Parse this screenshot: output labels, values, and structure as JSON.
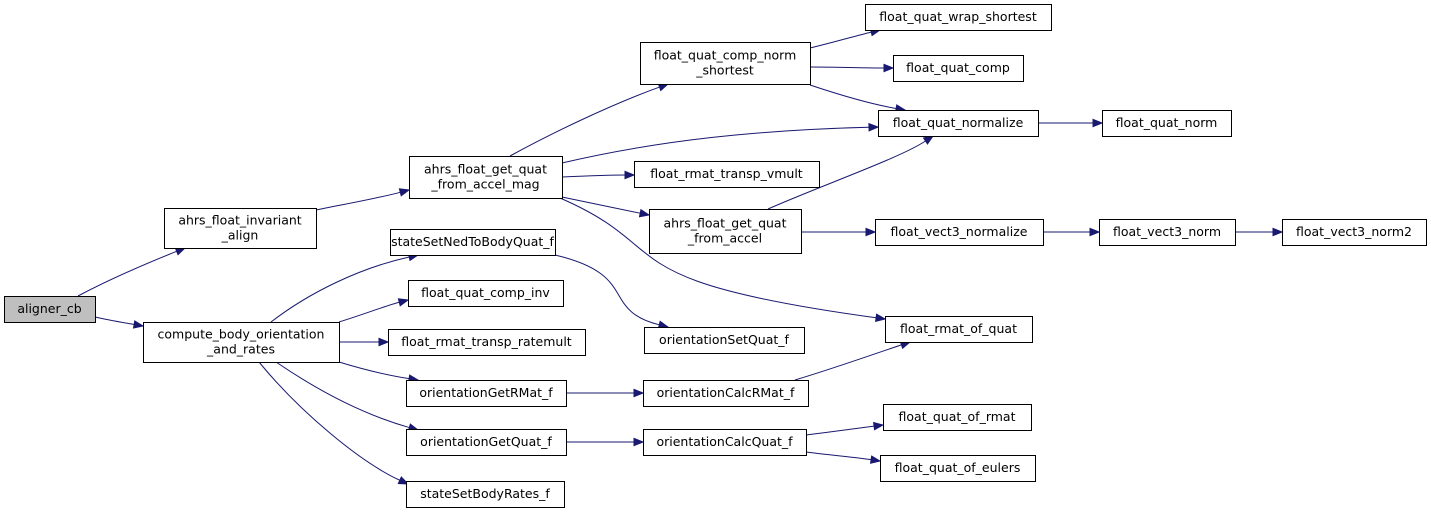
{
  "colors": {
    "node_fill": "#ffffff",
    "highlight_fill": "#bfbfbf",
    "border": "#000000",
    "edge": "#191970"
  },
  "nodes": [
    {
      "id": "aligner_cb",
      "lines": [
        "aligner_cb"
      ],
      "highlight": true
    },
    {
      "id": "ahrs_float_invariant_align",
      "lines": [
        "ahrs_float_invariant",
        "_align"
      ]
    },
    {
      "id": "compute_body_orientation_and_rates",
      "lines": [
        "compute_body_orientation",
        "_and_rates"
      ]
    },
    {
      "id": "ahrs_float_get_quat_from_accel_mag",
      "lines": [
        "ahrs_float_get_quat",
        "_from_accel_mag"
      ]
    },
    {
      "id": "stateSetNedToBodyQuat_f",
      "lines": [
        "stateSetNedToBodyQuat_f"
      ]
    },
    {
      "id": "float_quat_comp_inv",
      "lines": [
        "float_quat_comp_inv"
      ]
    },
    {
      "id": "float_rmat_transp_ratemult",
      "lines": [
        "float_rmat_transp_ratemult"
      ]
    },
    {
      "id": "orientationGetRMat_f",
      "lines": [
        "orientationGetRMat_f"
      ]
    },
    {
      "id": "orientationGetQuat_f",
      "lines": [
        "orientationGetQuat_f"
      ]
    },
    {
      "id": "stateSetBodyRates_f",
      "lines": [
        "stateSetBodyRates_f"
      ]
    },
    {
      "id": "float_quat_comp_norm_shortest",
      "lines": [
        "float_quat_comp_norm",
        "_shortest"
      ]
    },
    {
      "id": "float_rmat_transp_vmult",
      "lines": [
        "float_rmat_transp_vmult"
      ]
    },
    {
      "id": "ahrs_float_get_quat_from_accel",
      "lines": [
        "ahrs_float_get_quat",
        "_from_accel"
      ]
    },
    {
      "id": "orientationSetQuat_f",
      "lines": [
        "orientationSetQuat_f"
      ]
    },
    {
      "id": "orientationCalcRMat_f",
      "lines": [
        "orientationCalcRMat_f"
      ]
    },
    {
      "id": "orientationCalcQuat_f",
      "lines": [
        "orientationCalcQuat_f"
      ]
    },
    {
      "id": "float_quat_wrap_shortest",
      "lines": [
        "float_quat_wrap_shortest"
      ]
    },
    {
      "id": "float_quat_comp",
      "lines": [
        "float_quat_comp"
      ]
    },
    {
      "id": "float_quat_normalize",
      "lines": [
        "float_quat_normalize"
      ]
    },
    {
      "id": "float_vect3_normalize",
      "lines": [
        "float_vect3_normalize"
      ]
    },
    {
      "id": "float_rmat_of_quat",
      "lines": [
        "float_rmat_of_quat"
      ]
    },
    {
      "id": "float_quat_of_rmat",
      "lines": [
        "float_quat_of_rmat"
      ]
    },
    {
      "id": "float_quat_of_eulers",
      "lines": [
        "float_quat_of_eulers"
      ]
    },
    {
      "id": "float_quat_norm",
      "lines": [
        "float_quat_norm"
      ]
    },
    {
      "id": "float_vect3_norm",
      "lines": [
        "float_vect3_norm"
      ]
    },
    {
      "id": "float_vect3_norm2",
      "lines": [
        "float_vect3_norm2"
      ]
    }
  ],
  "edges": [
    {
      "from": "aligner_cb",
      "to": "ahrs_float_invariant_align"
    },
    {
      "from": "aligner_cb",
      "to": "compute_body_orientation_and_rates"
    },
    {
      "from": "ahrs_float_invariant_align",
      "to": "ahrs_float_get_quat_from_accel_mag"
    },
    {
      "from": "ahrs_float_get_quat_from_accel_mag",
      "to": "float_quat_comp_norm_shortest"
    },
    {
      "from": "ahrs_float_get_quat_from_accel_mag",
      "to": "float_quat_normalize"
    },
    {
      "from": "ahrs_float_get_quat_from_accel_mag",
      "to": "float_rmat_transp_vmult"
    },
    {
      "from": "ahrs_float_get_quat_from_accel_mag",
      "to": "ahrs_float_get_quat_from_accel"
    },
    {
      "from": "ahrs_float_get_quat_from_accel_mag",
      "to": "float_rmat_of_quat"
    },
    {
      "from": "float_quat_comp_norm_shortest",
      "to": "float_quat_wrap_shortest"
    },
    {
      "from": "float_quat_comp_norm_shortest",
      "to": "float_quat_comp"
    },
    {
      "from": "float_quat_comp_norm_shortest",
      "to": "float_quat_normalize"
    },
    {
      "from": "float_quat_normalize",
      "to": "float_quat_norm"
    },
    {
      "from": "ahrs_float_get_quat_from_accel",
      "to": "float_quat_normalize"
    },
    {
      "from": "ahrs_float_get_quat_from_accel",
      "to": "float_vect3_normalize"
    },
    {
      "from": "float_vect3_normalize",
      "to": "float_vect3_norm"
    },
    {
      "from": "float_vect3_norm",
      "to": "float_vect3_norm2"
    },
    {
      "from": "compute_body_orientation_and_rates",
      "to": "stateSetNedToBodyQuat_f"
    },
    {
      "from": "compute_body_orientation_and_rates",
      "to": "float_quat_comp_inv"
    },
    {
      "from": "compute_body_orientation_and_rates",
      "to": "float_rmat_transp_ratemult"
    },
    {
      "from": "compute_body_orientation_and_rates",
      "to": "orientationGetRMat_f"
    },
    {
      "from": "compute_body_orientation_and_rates",
      "to": "orientationGetQuat_f"
    },
    {
      "from": "compute_body_orientation_and_rates",
      "to": "stateSetBodyRates_f"
    },
    {
      "from": "stateSetNedToBodyQuat_f",
      "to": "orientationSetQuat_f"
    },
    {
      "from": "orientationGetRMat_f",
      "to": "orientationCalcRMat_f"
    },
    {
      "from": "orientationCalcRMat_f",
      "to": "float_rmat_of_quat"
    },
    {
      "from": "orientationGetQuat_f",
      "to": "orientationCalcQuat_f"
    },
    {
      "from": "orientationCalcQuat_f",
      "to": "float_quat_of_rmat"
    },
    {
      "from": "orientationCalcQuat_f",
      "to": "float_quat_of_eulers"
    }
  ]
}
